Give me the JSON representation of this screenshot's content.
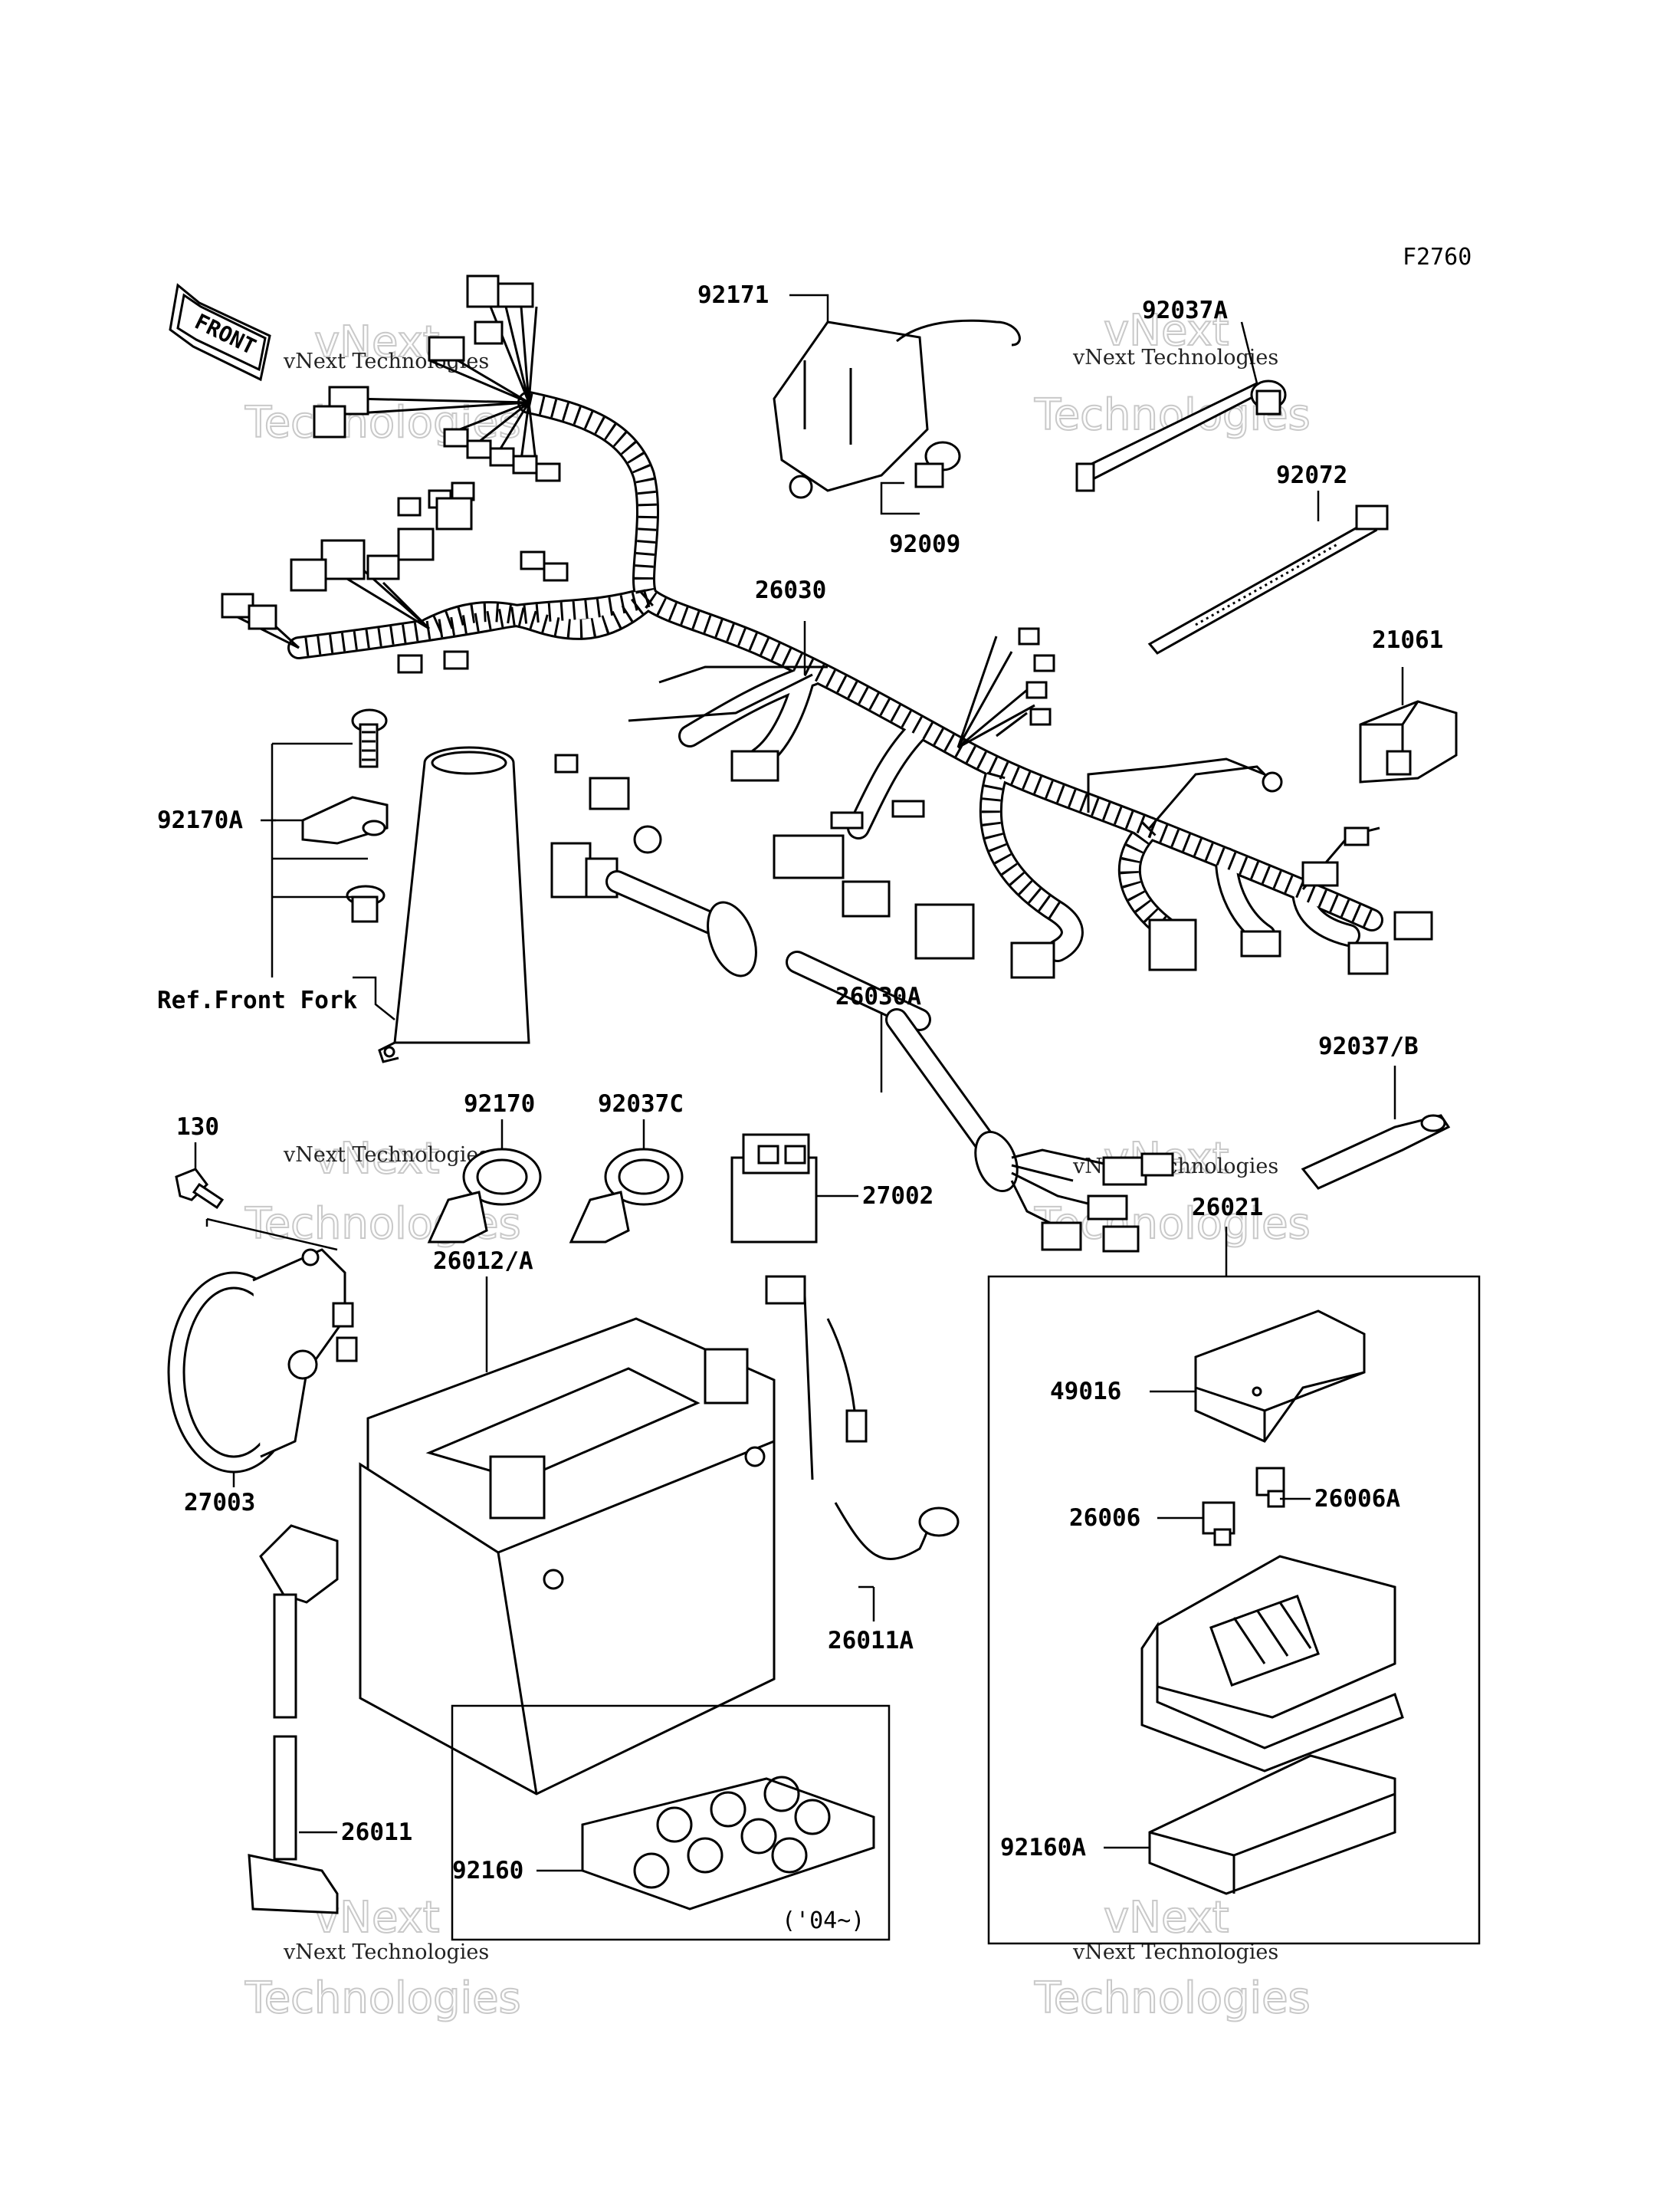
{
  "figure_code": "F2760",
  "front_marker": "FRONT",
  "ref_note": "Ref.Front Fork",
  "period_note": "('04~)",
  "watermark": {
    "brand_line1": "vNext",
    "brand_line2": "Technologies",
    "caption": "vNext Technologies"
  },
  "parts": [
    {
      "id": "92171",
      "label": "92171"
    },
    {
      "id": "92037A",
      "label": "92037A"
    },
    {
      "id": "92009",
      "label": "92009"
    },
    {
      "id": "92072",
      "label": "92072"
    },
    {
      "id": "26030",
      "label": "26030"
    },
    {
      "id": "21061",
      "label": "21061"
    },
    {
      "id": "92170A",
      "label": "92170A"
    },
    {
      "id": "26030A",
      "label": "26030A"
    },
    {
      "id": "92037B",
      "label": "92037/B"
    },
    {
      "id": "130",
      "label": "130"
    },
    {
      "id": "92170",
      "label": "92170"
    },
    {
      "id": "92037C",
      "label": "92037C"
    },
    {
      "id": "27002",
      "label": "27002"
    },
    {
      "id": "26021",
      "label": "26021"
    },
    {
      "id": "26012A",
      "label": "26012/A"
    },
    {
      "id": "49016",
      "label": "49016"
    },
    {
      "id": "27003",
      "label": "27003"
    },
    {
      "id": "26006A",
      "label": "26006A"
    },
    {
      "id": "26006",
      "label": "26006"
    },
    {
      "id": "26011A",
      "label": "26011A"
    },
    {
      "id": "26011",
      "label": "26011"
    },
    {
      "id": "92160",
      "label": "92160"
    },
    {
      "id": "92160A",
      "label": "92160A"
    }
  ]
}
